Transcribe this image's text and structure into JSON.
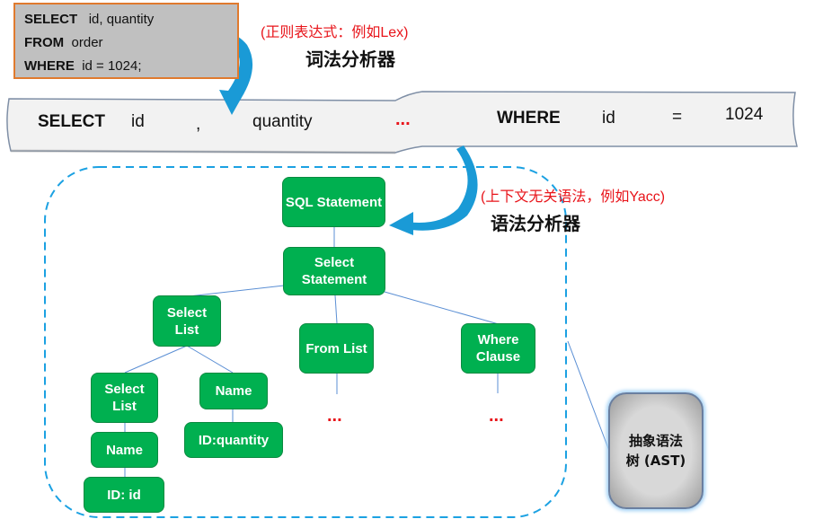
{
  "sql_source": {
    "lines": [
      {
        "keyword": "SELECT",
        "rest": "id,  quantity"
      },
      {
        "keyword": "FROM",
        "rest": "order"
      },
      {
        "keyword": "WHERE",
        "rest": "id = 1024;"
      }
    ]
  },
  "lexer": {
    "note": "(正则表达式：例如Lex)",
    "title": "词法分析器"
  },
  "token_stream": {
    "tokens": [
      "SELECT",
      "id",
      ",",
      "quantity",
      "...",
      "WHERE",
      "id",
      "=",
      "1024"
    ]
  },
  "parser": {
    "note": "(上下文无关语法，例如Yacc)",
    "title": "语法分析器"
  },
  "tree": {
    "nodes": {
      "sql_statement": "SQL Statement",
      "select_statement": "Select Statement",
      "select_list": "Select List",
      "from_list": "From List",
      "where_clause": "Where Clause",
      "select_list_child": "Select List",
      "name_quantity": "Name",
      "name_id": "Name",
      "id_quantity": "ID:quantity",
      "id_id": "ID: id"
    },
    "ellipsis_from": "...",
    "ellipsis_where": "..."
  },
  "ast_label": {
    "line1": "抽象语法",
    "line2": "树 (AST)"
  },
  "colors": {
    "node_fill": "#00b050",
    "arrow": "#1a9ad6",
    "note_red": "#e8141a",
    "dashed_border": "#1ba1e2",
    "sql_box_fill": "#c0c0c0",
    "sql_box_border": "#e07a2e"
  }
}
